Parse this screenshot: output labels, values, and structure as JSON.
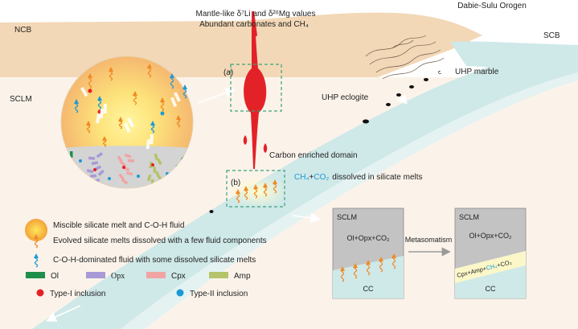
{
  "labels": {
    "orogen": "Dabie-Sulu Orogen",
    "ncb": "NCB",
    "scb": "SCB",
    "sclm": "SCLM",
    "top_line1": "Mantle-like δ⁷Li and δ²⁶Mg values",
    "top_line2": "Abundant carbonates and CH₄",
    "panel_a": "(a)",
    "panel_b": "(b)",
    "uhp_marble": "UHP marble",
    "uhp_eclogite": "UHP eclogite",
    "carbon_domain": "Carbon enriched domain",
    "ch4": "CH₄",
    "plus": "+",
    "co2": "CO₂",
    "dissolved": "dissolved in silicate melts"
  },
  "legend": {
    "melt_fluid": "Miscible silicate melt and C-O-H fluid",
    "evolved": "Evolved silicate melts dissolved  with a few fluid components",
    "coh": "C-O-H-dominated fluid with some dissolved silicate melts",
    "ol": "Ol",
    "opx": "Opx",
    "cpx": "Cpx",
    "amp": "Amp",
    "type1": "Type-I inclusion",
    "type2": "Type-II inclusion"
  },
  "boxes": {
    "left_sclm": "SCLM",
    "left_formula": "Ol+Opx+CO₂",
    "left_cc": "CC",
    "arrow_label": "Metasomatism",
    "right_sclm": "SCLM",
    "right_formula": "Ol+Opx+CO₂",
    "right_band_prefix": "Cpx+Amp+",
    "right_band_ch4": "CH₄",
    "right_band_suffix": "+CO₂",
    "right_cc": "CC"
  },
  "colors": {
    "crust": "#f2d6b3",
    "slab": "#cfe8e8",
    "red": "#e32228",
    "blue": "#1d9ad6",
    "orange": "#f08a24",
    "ol": "#1e8f4a",
    "opx": "#a89ad6",
    "cpx": "#f2a4a4",
    "amp": "#b5c46a",
    "dashed": "#3aa27a",
    "box_grey": "#c3c3c3",
    "box_teal": "#cfe8e8",
    "band": "#fbf7c8"
  }
}
